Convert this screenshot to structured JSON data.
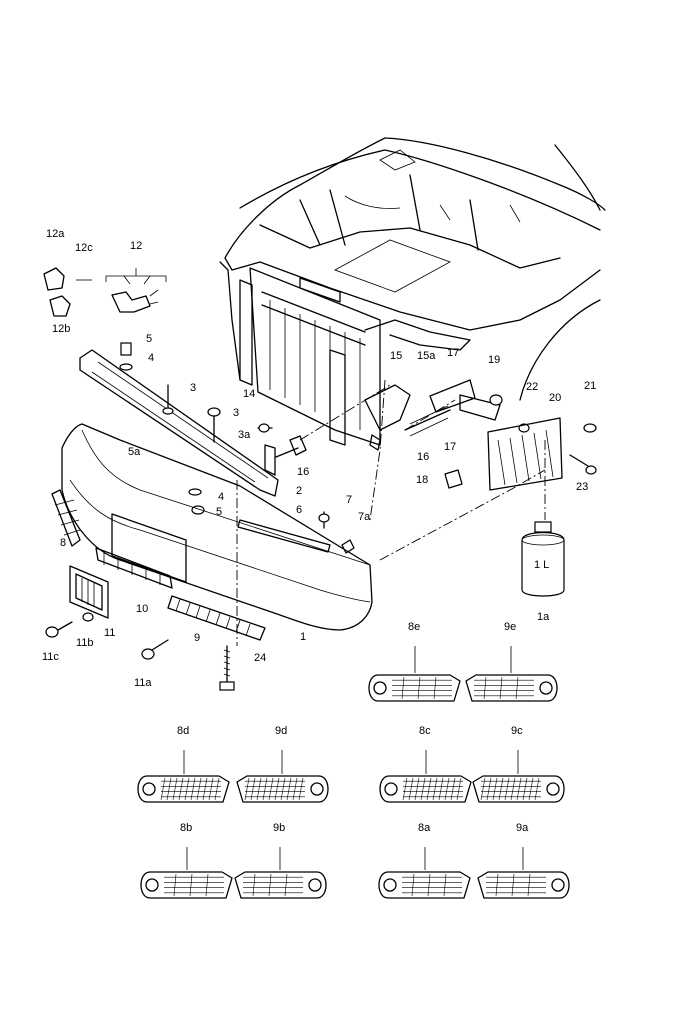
{
  "callouts": {
    "c12a": "12a",
    "c12c": "12c",
    "c12": "12",
    "c12b": "12b",
    "c5_top": "5",
    "c4_top": "4",
    "c3_left": "3",
    "c3_mid": "3",
    "c3a": "3a",
    "c5a": "5a",
    "c4_low": "4",
    "c5_low": "5",
    "c14": "14",
    "c16_left": "16",
    "c2": "2",
    "c6": "6",
    "c7": "7",
    "c7a": "7a",
    "c8": "8",
    "c15": "15",
    "c15a": "15a",
    "c17_top": "17",
    "c19": "19",
    "c22": "22",
    "c21": "21",
    "c20": "20",
    "c16_right": "16",
    "c17_low": "17",
    "c18": "18",
    "c23": "23",
    "c1a": "1a",
    "c10": "10",
    "c11": "11",
    "c11b": "11b",
    "c11c": "11c",
    "c9": "9",
    "c1": "1",
    "c11a": "11a",
    "c24": "24"
  },
  "bottle_label": "1 L",
  "grille_variants": [
    {
      "label": "8e"
    },
    {
      "label": "9e"
    },
    {
      "label": "8d"
    },
    {
      "label": "9d"
    },
    {
      "label": "8c"
    },
    {
      "label": "9c"
    },
    {
      "label": "8b"
    },
    {
      "label": "9b"
    },
    {
      "label": "8a"
    },
    {
      "label": "9a"
    }
  ]
}
